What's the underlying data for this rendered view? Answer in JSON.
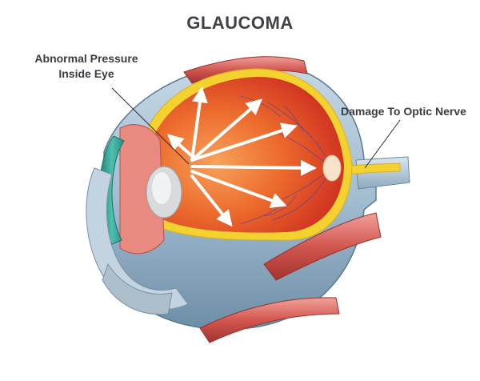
{
  "title": "GLAUCOMA",
  "callouts": {
    "pressure_line1": "Abnormal Pressure",
    "pressure_line2": "Inside Eye",
    "nerve": "Damage To Optic Nerve"
  },
  "colors": {
    "sclera_blue": "#a9c3d6",
    "sclera_shadow": "#6f8fa8",
    "choroid_red": "#d8332a",
    "choroid_orange": "#ee7d2d",
    "retina_yellow": "#f3d230",
    "muscle_red": "#c94a47",
    "cornea_teal": "#3aa698",
    "text": "#3b3b42"
  },
  "icons": {
    "pressure_arrows": "arrow-icon",
    "optic_nerve": "optic-nerve-icon"
  }
}
